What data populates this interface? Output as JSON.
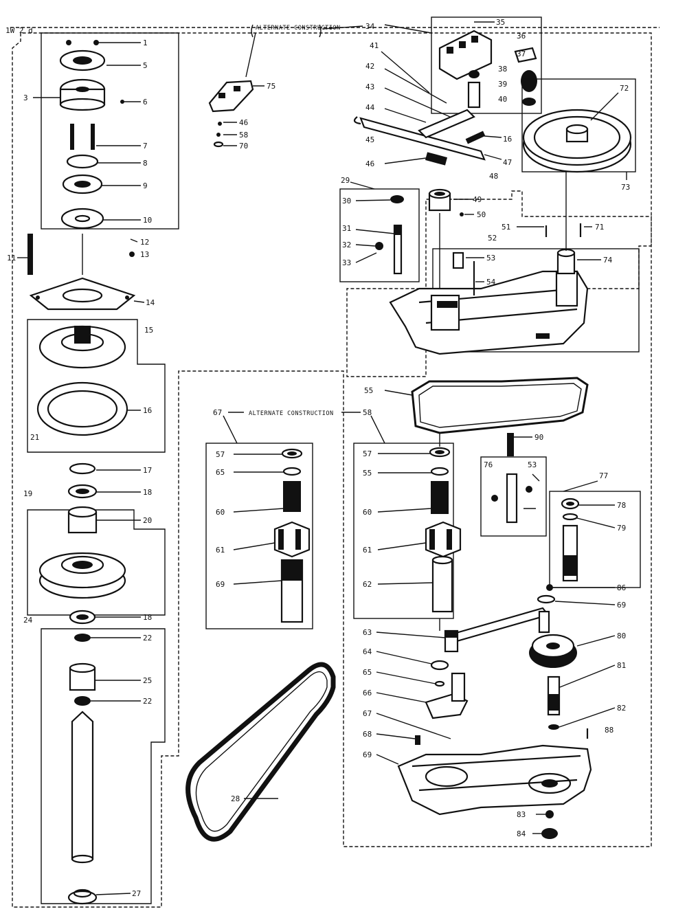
{
  "diagram": {
    "corner_mark": "1W 2 d",
    "alternate_note_top": "ALTERNATE CONSTRUCTION",
    "alternate_note_mid": "ALTERNATE CONSTRUCTION",
    "callouts": {
      "c1": "1",
      "c5": "5",
      "c3": "3",
      "c6": "6",
      "c7": "7",
      "c8": "8",
      "c9": "9",
      "c10": "10",
      "c11": "11",
      "c12": "12",
      "c13": "13",
      "c14": "14",
      "c15": "15",
      "c16": "16",
      "c21": "21",
      "c17": "17",
      "c18a": "18",
      "c19": "19",
      "c20": "20",
      "c18b": "18",
      "c24": "24",
      "c22a": "22",
      "c25": "25",
      "c22b": "22",
      "c27": "27",
      "c28": "28",
      "c34": "34",
      "c35": "35",
      "c36": "36",
      "c37": "37",
      "c38": "38",
      "c39": "39",
      "c40": "40",
      "c41": "41",
      "c42": "42",
      "c43": "43",
      "c44": "44",
      "c45": "45",
      "c46": "46",
      "c47": "47",
      "c16b": "16",
      "c75": "75",
      "c46b": "46",
      "c58": "58",
      "c70": "70",
      "c29": "29",
      "c30": "30",
      "c31": "31",
      "c32": "32",
      "c33": "33",
      "c48": "48",
      "c49": "49",
      "c50": "50",
      "c51": "51",
      "c52": "52",
      "c53": "53",
      "c54": "54",
      "c71": "71",
      "c72": "72",
      "c73": "73",
      "c74": "74",
      "c55": "55",
      "c67": "67",
      "c58b": "58",
      "l57": "57",
      "l65": "65",
      "l60": "60",
      "l61": "61",
      "l69": "69",
      "r57": "57",
      "r55": "55",
      "r60": "60",
      "r61": "61",
      "r62": "62",
      "c90": "90",
      "c76": "76",
      "c53b": "53",
      "c77": "77",
      "c78": "78",
      "c79": "79",
      "c63": "63",
      "c64": "64",
      "c65": "65",
      "c66": "66",
      "c67b": "67",
      "c68": "68",
      "c69": "69",
      "c86": "86",
      "c69b": "69",
      "c80": "80",
      "c81": "81",
      "c82": "82",
      "c88": "88",
      "c83": "83",
      "c84": "84"
    }
  }
}
